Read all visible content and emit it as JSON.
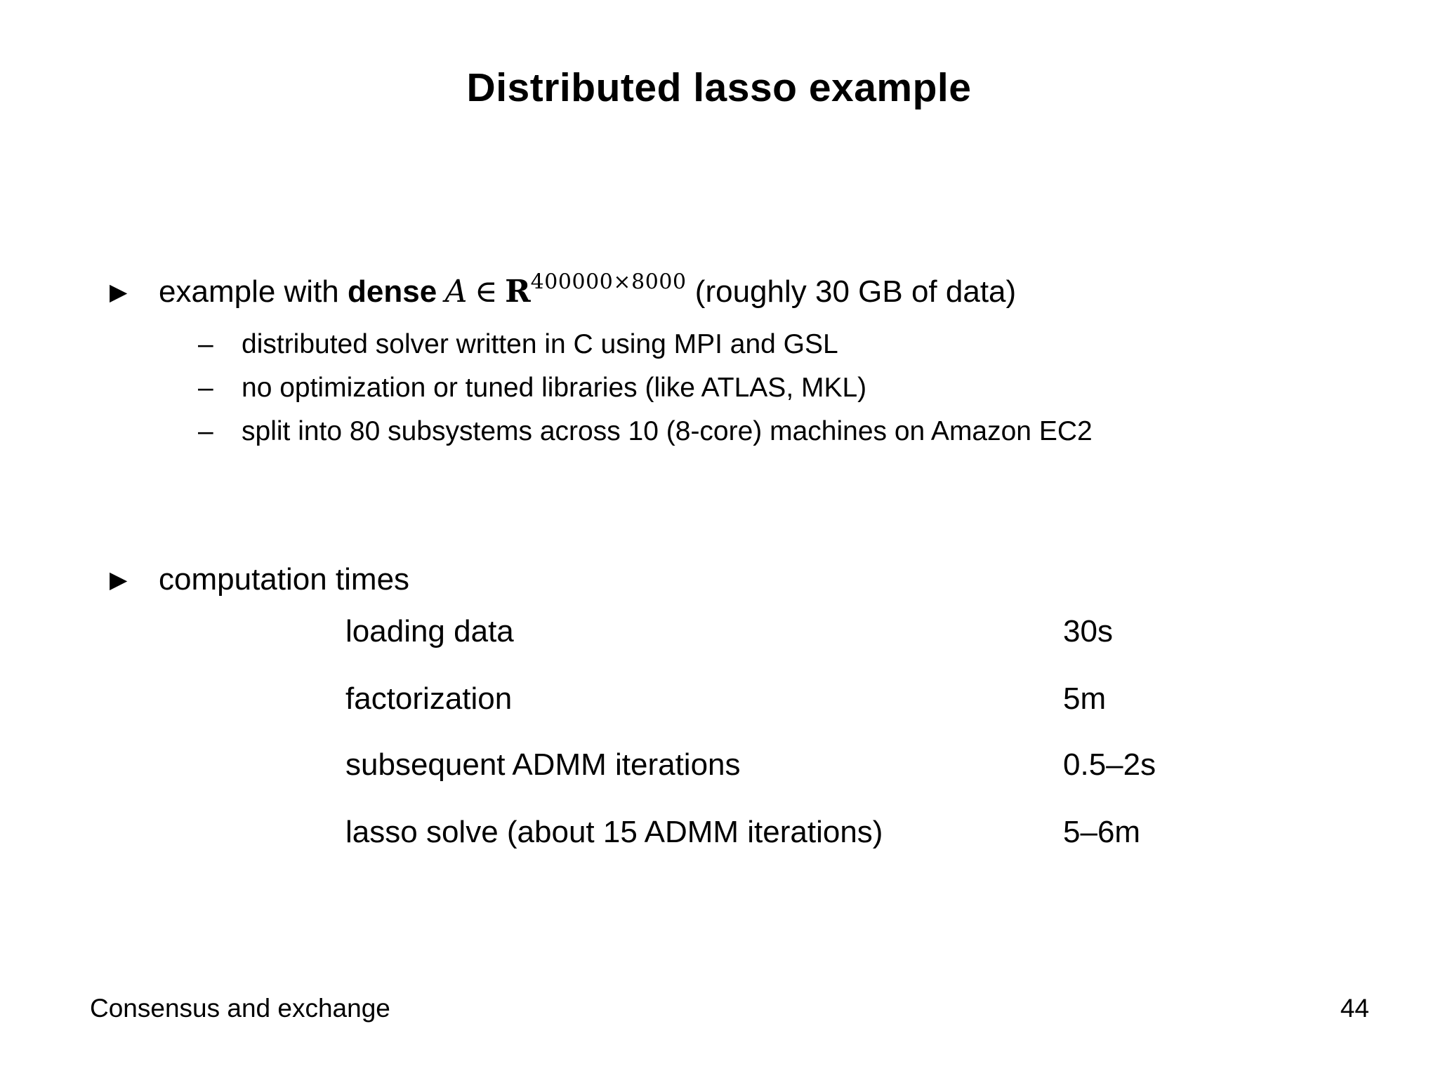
{
  "title": "Distributed lasso example",
  "bullet_marker": "▶",
  "bullets": {
    "example": {
      "prefix": "example with ",
      "bold_word": "dense",
      "math": {
        "var": "A",
        "element_of": "∈",
        "set": "R",
        "superscript": "400000×8000"
      },
      "suffix": " (roughly 30 GB of data)",
      "subitem_marker": "–",
      "subitems": [
        "distributed solver written in C using MPI and GSL",
        "no optimization or tuned libraries (like ATLAS, MKL)",
        "split into 80 subsystems across 10 (8-core) machines on Amazon EC2"
      ]
    },
    "computation": {
      "label": "computation times"
    }
  },
  "timing_table": {
    "rows": [
      {
        "label": "loading data",
        "value": "30s"
      },
      {
        "label": "factorization",
        "value": "5m"
      },
      {
        "label": "subsequent ADMM iterations",
        "value": "0.5–2s"
      },
      {
        "label": "lasso solve (about 15 ADMM iterations)",
        "value": "5–6m"
      }
    ]
  },
  "footer": {
    "section": "Consensus and exchange",
    "page_number": "44"
  }
}
